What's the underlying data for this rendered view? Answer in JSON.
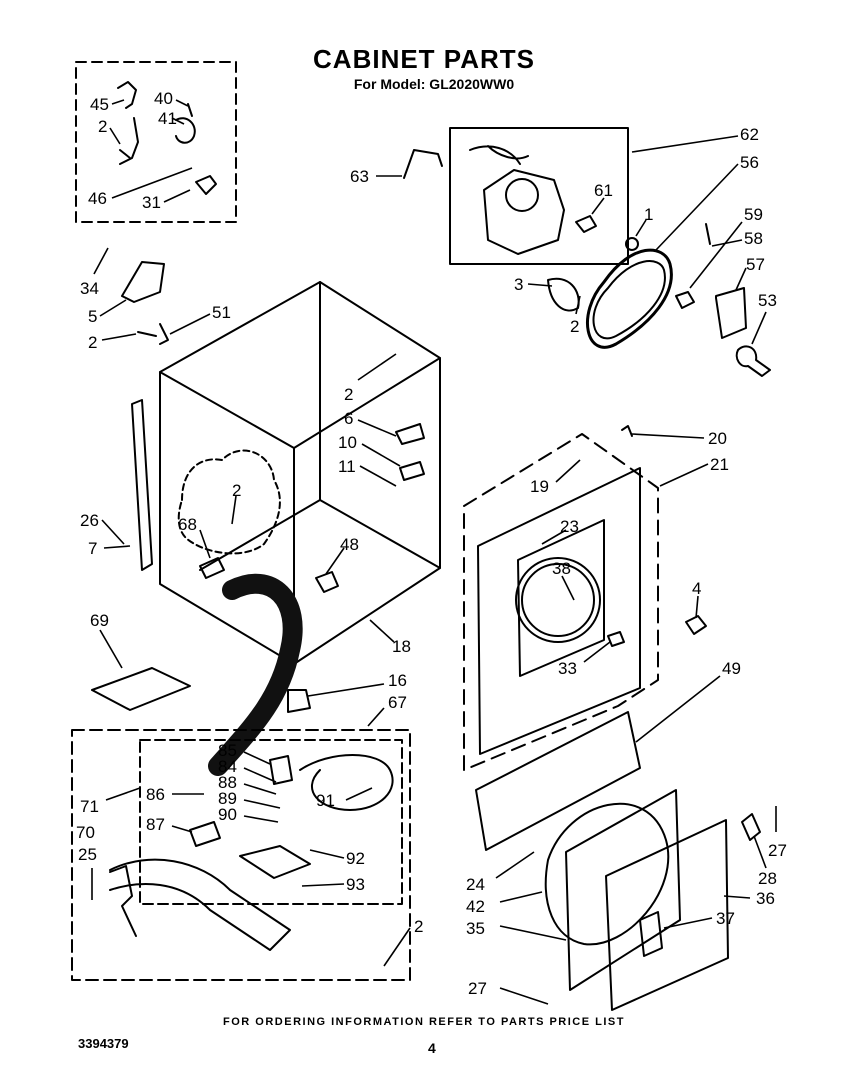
{
  "header": {
    "title": "CABINET PARTS",
    "model_line": "For Model: GL2020WW0"
  },
  "footer": {
    "ordering_note": "FOR ORDERING INFORMATION REFER TO PARTS PRICE LIST",
    "document_number": "3394379",
    "page_number": "4"
  },
  "callouts": {
    "c45": "45",
    "c40": "40",
    "c41": "41",
    "c2a": "2",
    "c46": "46",
    "c31": "31",
    "c63": "63",
    "c62": "62",
    "c56": "56",
    "c61": "61",
    "c1": "1",
    "c59": "59",
    "c58": "58",
    "c57": "57",
    "c3": "3",
    "c2b": "2",
    "c53": "53",
    "c34": "34",
    "c5": "5",
    "c2c": "2",
    "c51": "51",
    "c2d": "2",
    "c6": "6",
    "c10": "10",
    "c11": "11",
    "c20": "20",
    "c19": "19",
    "c21": "21",
    "c26": "26",
    "c7": "7",
    "c2e": "2",
    "c68": "68",
    "c48": "48",
    "c23": "23",
    "c38": "38",
    "c4": "4",
    "c33": "33",
    "c69": "69",
    "c18": "18",
    "c16": "16",
    "c67": "67",
    "c49": "49",
    "c85": "85",
    "c84": "84",
    "c88": "88",
    "c89": "89",
    "c90": "90",
    "c71": "71",
    "c86": "86",
    "c91": "91",
    "c87": "87",
    "c70": "70",
    "c92": "92",
    "c25": "25",
    "c93": "93",
    "c2f": "2",
    "c27a": "27",
    "c28": "28",
    "c24": "24",
    "c36": "36",
    "c42": "42",
    "c37": "37",
    "c35": "35",
    "c27b": "27"
  }
}
